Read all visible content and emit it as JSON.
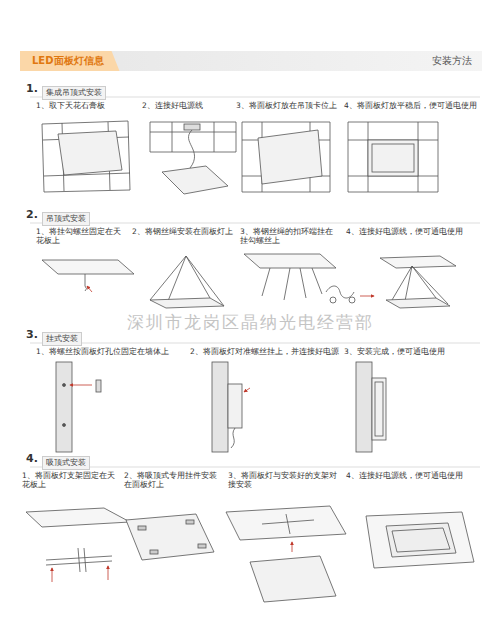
{
  "diagram": {
    "nodes": [
      {
        "text": [
          "LED面板灯信息"
        ]
      },
      {
        "text": [
          "安装方法"
        ]
      },
      {
        "text": [
          "集成吊顶式安装"
        ]
      },
      {
        "text": [
          "吊顶式安装"
        ]
      },
      {
        "text": [
          "挂式安装"
        ]
      },
      {
        "text": [
          "吸顶式安装"
        ]
      }
    ],
    "labels": [
      "1.",
      "1、取下天花石膏板",
      "2、连接好电源线",
      "3、将面板灯放在吊顶卡位上",
      "4、将面板灯放平稳后，便可通电使用",
      "2.",
      "1、将挂勾螺丝固定在天花板上",
      "2、将钢丝绳安装在面板灯上",
      "3、将钢丝绳的扣环端挂在挂勾螺丝上",
      "4、连接好电源线，便可通电使用",
      "深圳市龙岗区晶纳光电经营部",
      "3.",
      "1、将螺丝按面板灯孔位固定在墙体上",
      "2、将面板灯对准螺丝挂上，并连接好电源",
      "3、安装完成，便可通电使用",
      "4.",
      "1、将面板灯支架固定在天花板上",
      "2、将吸顶式专用挂件安装在面板灯上",
      "3、将面板灯与安装好的支架对接安装",
      "4、连接好电源线，便可通电使用"
    ]
  }
}
